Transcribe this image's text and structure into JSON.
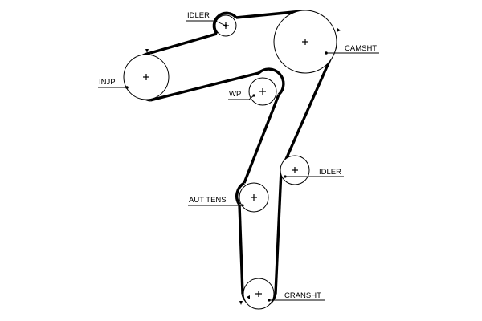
{
  "labels": {
    "idler_top": "IDLER",
    "camshaft": "CAMSHT",
    "injection_pump": "INJP",
    "water_pump": "WP",
    "idler_right": "IDLER",
    "auto_tensioner": "AUT TENS",
    "crankshaft": "CRANSHT"
  },
  "colors": {
    "line": "#000000",
    "background": "#ffffff"
  }
}
